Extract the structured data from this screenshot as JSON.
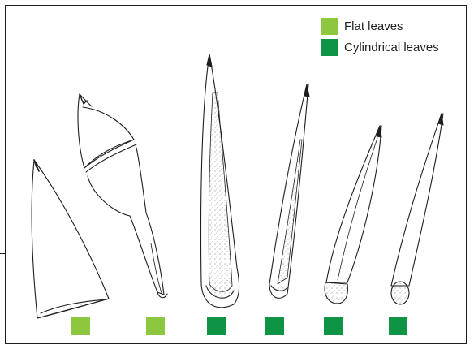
{
  "legend": {
    "items": [
      {
        "label": "Flat leaves",
        "color": "#8dc63f"
      },
      {
        "label": "Cylindrical leaves",
        "color": "#0f9445"
      }
    ]
  },
  "leaves": [
    {
      "id": 1,
      "leaf_type": "flat",
      "color": "#8dc63f"
    },
    {
      "id": 2,
      "leaf_type": "flat",
      "color": "#8dc63f"
    },
    {
      "id": 3,
      "leaf_type": "cylindrical",
      "color": "#0f9445"
    },
    {
      "id": 4,
      "leaf_type": "cylindrical",
      "color": "#0f9445"
    },
    {
      "id": 5,
      "leaf_type": "cylindrical",
      "color": "#0f9445"
    },
    {
      "id": 6,
      "leaf_type": "cylindrical",
      "color": "#0f9445"
    }
  ],
  "colors": {
    "outline": "#1e1e1e",
    "background": "#ffffff"
  }
}
